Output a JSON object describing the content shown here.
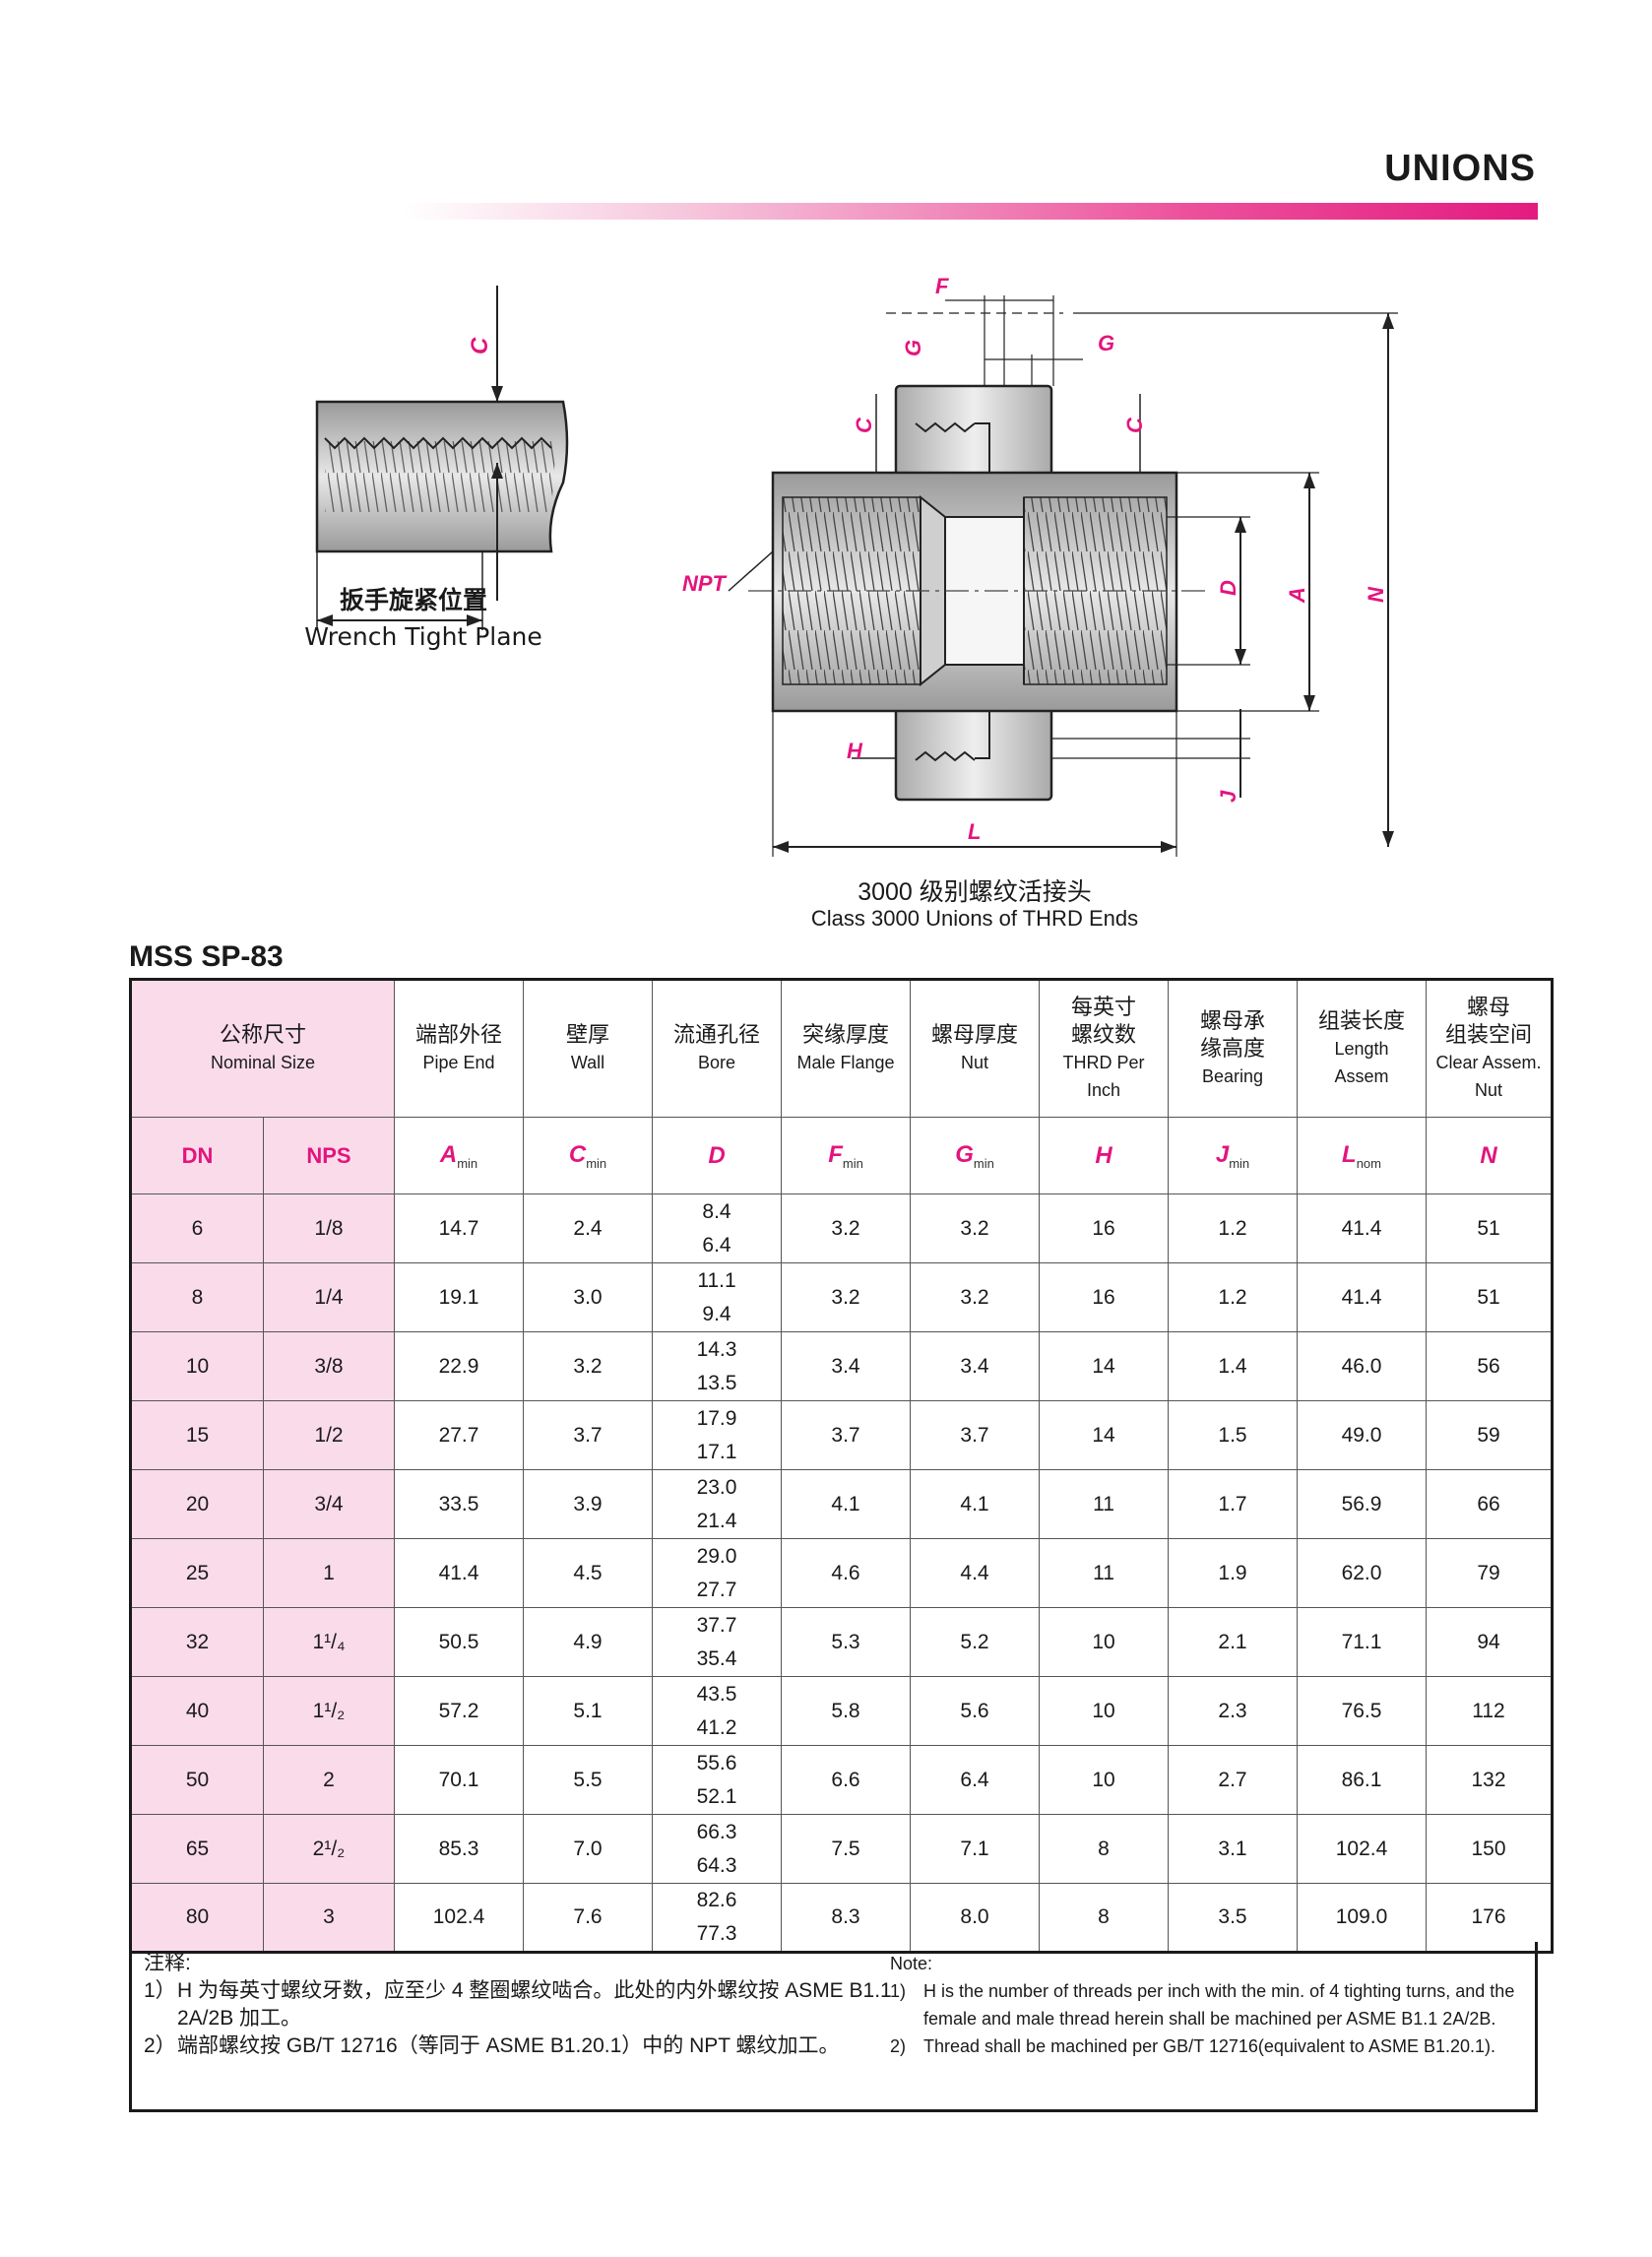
{
  "page": {
    "title": "UNIONS",
    "standard": "MSS SP-83"
  },
  "colors": {
    "accent": "#e3147d",
    "header_fill": "#fadbea"
  },
  "drawing": {
    "wrench_label_cn": "扳手旋紧位置",
    "wrench_label_en": "Wrench Tight Plane",
    "caption_cn": "3000 级别螺纹活接头",
    "caption_en": "Class 3000 Unions of THRD Ends",
    "labels": {
      "C": "C",
      "F": "F",
      "G": "G",
      "H": "H",
      "J": "J",
      "L": "L",
      "D": "D",
      "A": "A",
      "N": "N",
      "NPT": "NPT"
    }
  },
  "table": {
    "headers": {
      "nominal_cn": "公称尺寸",
      "nominal_en": "Nominal  Size",
      "a_cn": "端部外径",
      "a_en": "Pipe End",
      "c_cn": "壁厚",
      "c_en": "Wall",
      "d_cn": "流通孔径",
      "d_en": "Bore",
      "f_cn": "突缘厚度",
      "f_en": "Male Flange",
      "g_cn": "螺母厚度",
      "g_en": "Nut",
      "h_cn1": "每英寸",
      "h_cn2": "螺纹数",
      "h_en1": "THRD Per",
      "h_en2": "Inch",
      "j_cn1": "螺母承",
      "j_cn2": "缘高度",
      "j_en": "Bearing",
      "l_cn": "组装长度",
      "l_en1": "Length",
      "l_en2": "Assem",
      "n_cn1": "螺母",
      "n_cn2": "组装空间",
      "n_en1": "Clear Assem.",
      "n_en2": "Nut"
    },
    "symbols": {
      "dn": "DN",
      "nps": "NPS",
      "a": "A",
      "a_sub": "min",
      "c": "C",
      "c_sub": "min",
      "d": "D",
      "f": "F",
      "f_sub": "min",
      "g": "G",
      "g_sub": "min",
      "h": "H",
      "j": "J",
      "j_sub": "min",
      "l": "L",
      "l_sub": "nom",
      "n": "N"
    },
    "rows": [
      {
        "dn": "6",
        "nps": "1/8",
        "a": "14.7",
        "c": "2.4",
        "d1": "8.4",
        "d2": "6.4",
        "f": "3.2",
        "g": "3.2",
        "h": "16",
        "j": "1.2",
        "l": "41.4",
        "n": "51"
      },
      {
        "dn": "8",
        "nps": "1/4",
        "a": "19.1",
        "c": "3.0",
        "d1": "11.1",
        "d2": "9.4",
        "f": "3.2",
        "g": "3.2",
        "h": "16",
        "j": "1.2",
        "l": "41.4",
        "n": "51"
      },
      {
        "dn": "10",
        "nps": "3/8",
        "a": "22.9",
        "c": "3.2",
        "d1": "14.3",
        "d2": "13.5",
        "f": "3.4",
        "g": "3.4",
        "h": "14",
        "j": "1.4",
        "l": "46.0",
        "n": "56"
      },
      {
        "dn": "15",
        "nps": "1/2",
        "a": "27.7",
        "c": "3.7",
        "d1": "17.9",
        "d2": "17.1",
        "f": "3.7",
        "g": "3.7",
        "h": "14",
        "j": "1.5",
        "l": "49.0",
        "n": "59"
      },
      {
        "dn": "20",
        "nps": "3/4",
        "a": "33.5",
        "c": "3.9",
        "d1": "23.0",
        "d2": "21.4",
        "f": "4.1",
        "g": "4.1",
        "h": "11",
        "j": "1.7",
        "l": "56.9",
        "n": "66"
      },
      {
        "dn": "25",
        "nps": "1",
        "a": "41.4",
        "c": "4.5",
        "d1": "29.0",
        "d2": "27.7",
        "f": "4.6",
        "g": "4.4",
        "h": "11",
        "j": "1.9",
        "l": "62.0",
        "n": "79"
      },
      {
        "dn": "32",
        "nps": "1¹/₄",
        "a": "50.5",
        "c": "4.9",
        "d1": "37.7",
        "d2": "35.4",
        "f": "5.3",
        "g": "5.2",
        "h": "10",
        "j": "2.1",
        "l": "71.1",
        "n": "94"
      },
      {
        "dn": "40",
        "nps": "1¹/₂",
        "a": "57.2",
        "c": "5.1",
        "d1": "43.5",
        "d2": "41.2",
        "f": "5.8",
        "g": "5.6",
        "h": "10",
        "j": "2.3",
        "l": "76.5",
        "n": "112"
      },
      {
        "dn": "50",
        "nps": "2",
        "a": "70.1",
        "c": "5.5",
        "d1": "55.6",
        "d2": "52.1",
        "f": "6.6",
        "g": "6.4",
        "h": "10",
        "j": "2.7",
        "l": "86.1",
        "n": "132"
      },
      {
        "dn": "65",
        "nps": "2¹/₂",
        "a": "85.3",
        "c": "7.0",
        "d1": "66.3",
        "d2": "64.3",
        "f": "7.5",
        "g": "7.1",
        "h": "8",
        "j": "3.1",
        "l": "102.4",
        "n": "150"
      },
      {
        "dn": "80",
        "nps": "3",
        "a": "102.4",
        "c": "7.6",
        "d1": "82.6",
        "d2": "77.3",
        "f": "8.3",
        "g": "8.0",
        "h": "8",
        "j": "3.5",
        "l": "109.0",
        "n": "176"
      }
    ]
  },
  "notes": {
    "cn_title": "注释:",
    "cn": [
      {
        "no": "1）",
        "text": "H 为每英寸螺纹牙数，应至少 4 整圈螺纹啮合。此处的内外螺纹按 ASME B1.1 2A/2B 加工。"
      },
      {
        "no": "2）",
        "text": "端部螺纹按 GB/T 12716（等同于 ASME B1.20.1）中的 NPT 螺纹加工。"
      }
    ],
    "en_title": "Note:",
    "en": [
      {
        "no": "1)",
        "text": "H is the number of threads per inch with the min. of 4 tighting turns, and the female and male thread herein shall be machined per ASME B1.1 2A/2B."
      },
      {
        "no": "2)",
        "text": "Thread shall be machined per GB/T 12716(equivalent to ASME B1.20.1)."
      }
    ]
  }
}
